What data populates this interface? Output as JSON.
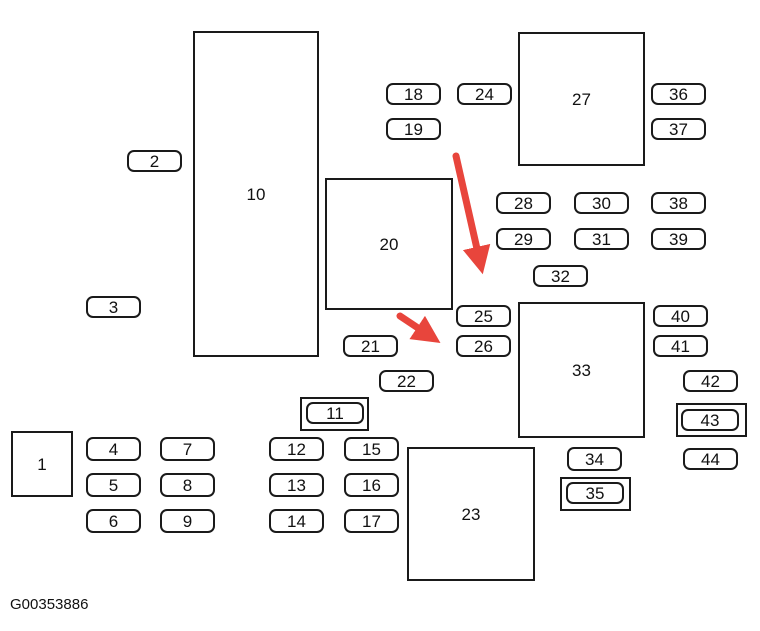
{
  "diagram": {
    "relays": [
      {
        "id": "relay-1",
        "label": "1"
      },
      {
        "id": "relay-10",
        "label": "10"
      },
      {
        "id": "relay-20",
        "label": "20"
      },
      {
        "id": "relay-23",
        "label": "23"
      },
      {
        "id": "relay-27",
        "label": "27"
      },
      {
        "id": "relay-33",
        "label": "33"
      }
    ],
    "fuses": [
      {
        "id": "fuse-2",
        "label": "2"
      },
      {
        "id": "fuse-3",
        "label": "3"
      },
      {
        "id": "fuse-4",
        "label": "4"
      },
      {
        "id": "fuse-5",
        "label": "5"
      },
      {
        "id": "fuse-6",
        "label": "6"
      },
      {
        "id": "fuse-7",
        "label": "7"
      },
      {
        "id": "fuse-8",
        "label": "8"
      },
      {
        "id": "fuse-9",
        "label": "9"
      },
      {
        "id": "fuse-11",
        "label": "11",
        "boxed": true
      },
      {
        "id": "fuse-12",
        "label": "12"
      },
      {
        "id": "fuse-13",
        "label": "13"
      },
      {
        "id": "fuse-14",
        "label": "14"
      },
      {
        "id": "fuse-15",
        "label": "15"
      },
      {
        "id": "fuse-16",
        "label": "16"
      },
      {
        "id": "fuse-17",
        "label": "17"
      },
      {
        "id": "fuse-18",
        "label": "18"
      },
      {
        "id": "fuse-19",
        "label": "19"
      },
      {
        "id": "fuse-21",
        "label": "21"
      },
      {
        "id": "fuse-22",
        "label": "22"
      },
      {
        "id": "fuse-24",
        "label": "24"
      },
      {
        "id": "fuse-25",
        "label": "25"
      },
      {
        "id": "fuse-26",
        "label": "26"
      },
      {
        "id": "fuse-28",
        "label": "28"
      },
      {
        "id": "fuse-29",
        "label": "29"
      },
      {
        "id": "fuse-30",
        "label": "30"
      },
      {
        "id": "fuse-31",
        "label": "31"
      },
      {
        "id": "fuse-32",
        "label": "32"
      },
      {
        "id": "fuse-34",
        "label": "34"
      },
      {
        "id": "fuse-35",
        "label": "35",
        "boxed": true
      },
      {
        "id": "fuse-36",
        "label": "36"
      },
      {
        "id": "fuse-37",
        "label": "37"
      },
      {
        "id": "fuse-38",
        "label": "38"
      },
      {
        "id": "fuse-39",
        "label": "39"
      },
      {
        "id": "fuse-40",
        "label": "40"
      },
      {
        "id": "fuse-41",
        "label": "41"
      },
      {
        "id": "fuse-42",
        "label": "42"
      },
      {
        "id": "fuse-43",
        "label": "43",
        "boxed": true
      },
      {
        "id": "fuse-44",
        "label": "44"
      }
    ],
    "arrow_color": "#e8453c",
    "caption": "G00353886"
  }
}
